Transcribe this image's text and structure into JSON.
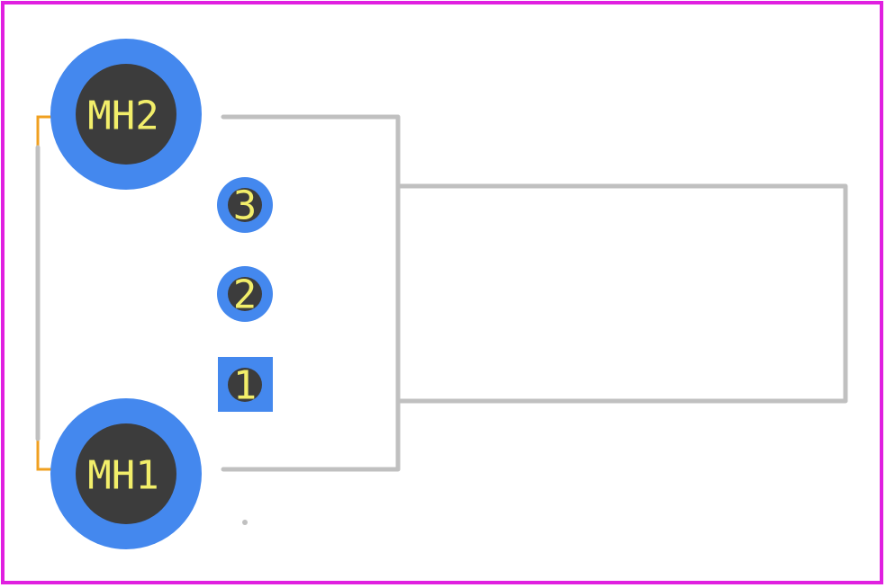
{
  "colors": {
    "board_outline": "#e020e0",
    "silkscreen": "#c0c0c0",
    "courtyard": "#f0a020",
    "pad_copper": "#4488ee",
    "drill_hole": "#3c3c3c",
    "pad_label": "#f2ee6a"
  },
  "mounting_holes": [
    {
      "label": "MH2"
    },
    {
      "label": "MH1"
    }
  ],
  "pins": [
    {
      "label": "3",
      "shape": "round"
    },
    {
      "label": "2",
      "shape": "round"
    },
    {
      "label": "1",
      "shape": "square"
    }
  ]
}
